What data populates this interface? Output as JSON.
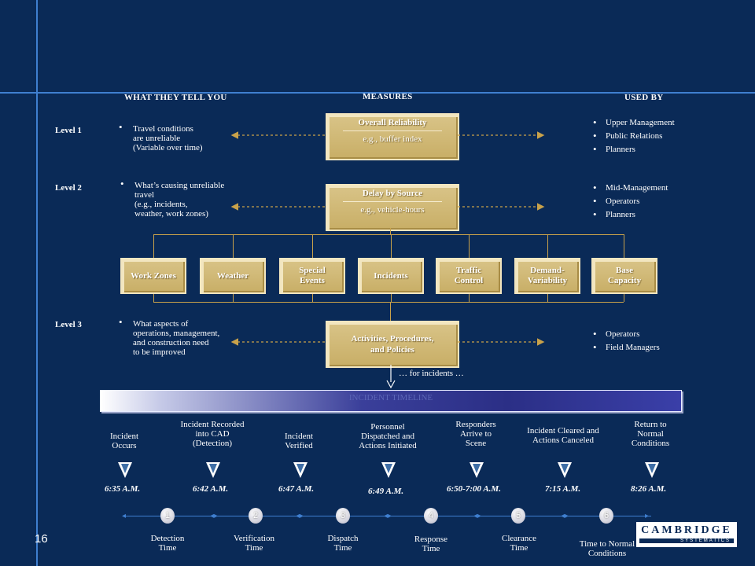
{
  "headers": {
    "what": "WHAT THEY TELL YOU",
    "measures": "MEASURES",
    "used_by": "USED BY"
  },
  "levels": [
    {
      "label": "Level 1",
      "tell": "Travel conditions\nare unreliable\n(Variable over time)",
      "box_title": "Overall Reliability",
      "box_sub": "e.g., buffer index",
      "users": [
        "Upper Management",
        "Public Relations",
        "Planners"
      ]
    },
    {
      "label": "Level 2",
      "tell": "What’s causing unreliable\ntravel\n(e.g., incidents,\nweather, work zones)",
      "box_title": "Delay by Source",
      "box_sub": "e.g., vehicle-hours",
      "users": [
        "Mid-Management",
        "Operators",
        "Planners"
      ]
    },
    {
      "label": "Level 3",
      "tell": "What aspects of\noperations, management,\nand construction need\nto be improved",
      "box_title": "Activities, Procedures,\nand Policies",
      "box_sub": "",
      "users": [
        "Operators",
        "Field Managers"
      ]
    }
  ],
  "sources": [
    "Work Zones",
    "Weather",
    "Special\nEvents",
    "Incidents",
    "Traffic\nControl",
    "Demand-\nVariability",
    "Base\nCapacity"
  ],
  "for_incidents": "… for incidents …",
  "timeline_title": "INCIDENT TIMELINE",
  "events": [
    {
      "label": "Incident\nOccurs",
      "time": "6:35 A.M."
    },
    {
      "label": "Incident Recorded\ninto CAD\n(Detection)",
      "time": "6:42 A.M."
    },
    {
      "label": "Incident\nVerified",
      "time": "6:47 A.M."
    },
    {
      "label": "Personnel\nDispatched and\nActions Initiated",
      "time": "6:49 A.M."
    },
    {
      "label": "Responders\nArrive to\nScene",
      "time": "6:50-7:00 A.M."
    },
    {
      "label": "Incident Cleared and\nActions Canceled",
      "time": "7:15 A.M."
    },
    {
      "label": "Return to\nNormal\nConditions",
      "time": "8:26 A.M."
    }
  ],
  "phases": [
    {
      "num": "1",
      "label": "Detection\nTime"
    },
    {
      "num": "2",
      "label": "Verification\nTime"
    },
    {
      "num": "3",
      "label": "Dispatch\nTime"
    },
    {
      "num": "4",
      "label": "Response\nTime"
    },
    {
      "num": "5",
      "label": "Clearance\nTime"
    },
    {
      "num": "6",
      "label": "Time to Normal\nConditions"
    }
  ],
  "page_number": "16",
  "logo": {
    "name": "CAMBRIDGE",
    "sub": "SYSTEMATICS"
  },
  "colors": {
    "background": "#0a2a57",
    "accent_line": "#3f7fd0",
    "box_gold": "#d4bc7a",
    "arrow_gold": "#c9a24a"
  }
}
